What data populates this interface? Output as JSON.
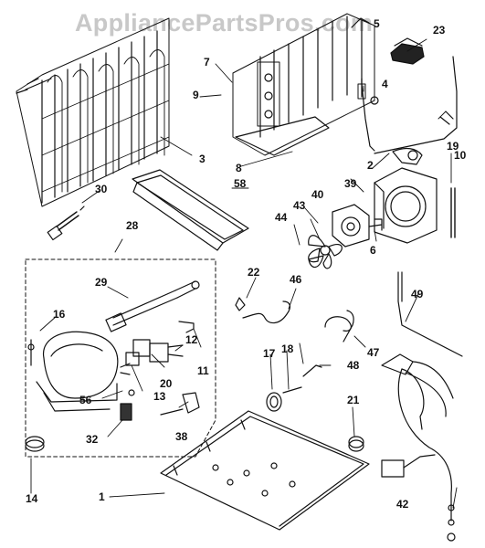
{
  "watermark": "AppliancePartsPros.com",
  "callouts": {
    "c1": "1",
    "c2": "2",
    "c3": "3",
    "c4": "4",
    "c5": "5",
    "c6": "6",
    "c7": "7",
    "c8": "8",
    "c9": "9",
    "c10": "10",
    "c11": "11",
    "c12": "12",
    "c13": "13",
    "c14": "14",
    "c16": "16",
    "c17": "17",
    "c18": "18",
    "c19": "19",
    "c20": "20",
    "c21": "21",
    "c22": "22",
    "c23": "23",
    "c28": "28",
    "c29": "29",
    "c30": "30",
    "c32": "32",
    "c38": "38",
    "c39": "39",
    "c40": "40",
    "c42": "42",
    "c43": "43",
    "c44": "44",
    "c46": "46",
    "c47": "47",
    "c48": "48",
    "c49": "49",
    "c56": "56",
    "c58": "58"
  }
}
